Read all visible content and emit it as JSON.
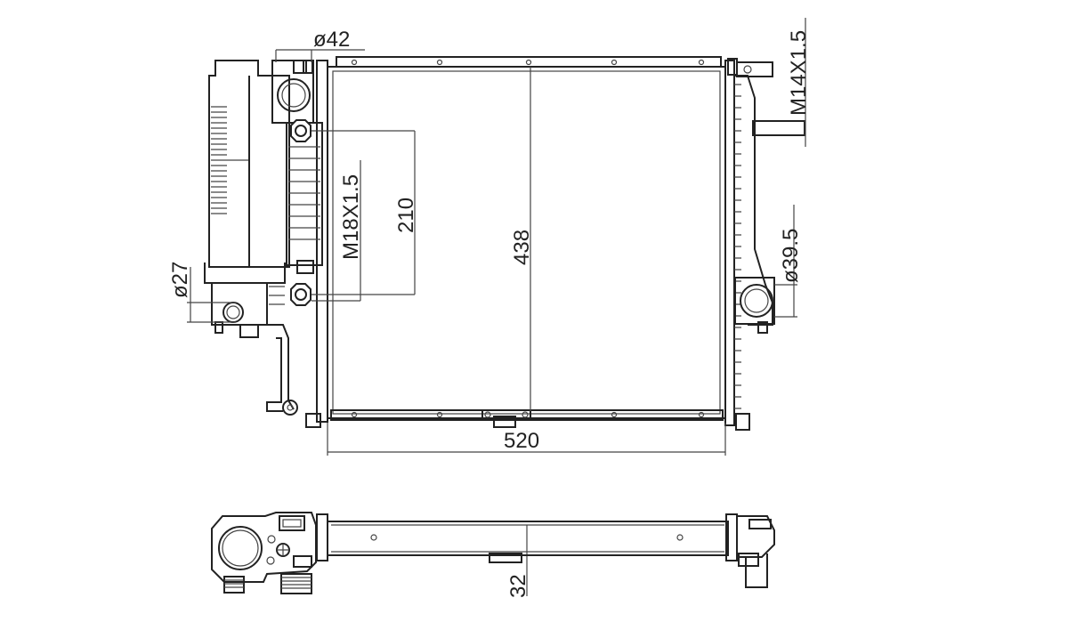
{
  "dimensions": {
    "width": "520",
    "height": "438",
    "inlet_diameter": "ø42",
    "outlet_diameter": "ø39.5",
    "tank_port_diameter": "ø27",
    "sensor_spacing": "210",
    "thread_left": "M18X1.5",
    "thread_right": "M14X1.5",
    "core_thickness": "32"
  }
}
